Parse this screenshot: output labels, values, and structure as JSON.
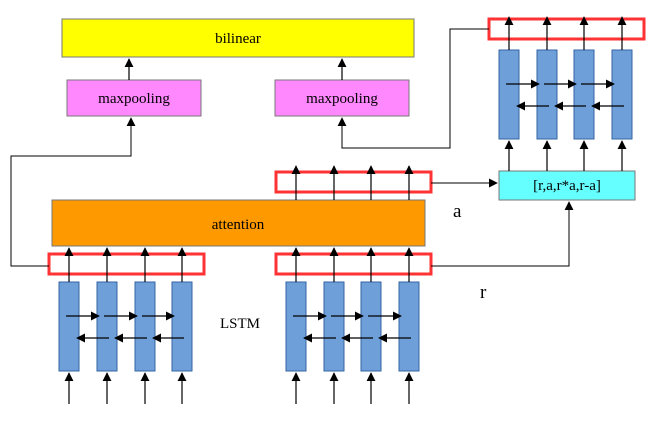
{
  "labels": {
    "bilinear": "bilinear",
    "maxpool_left": "maxpooling",
    "maxpool_right": "maxpooling",
    "attention": "attention",
    "concat": "[r,a,r*a,r-a]",
    "lstm": "LSTM",
    "a": "a",
    "r": "r"
  },
  "colors": {
    "bilinear": "#ffff00",
    "maxpooling": "#ff88ff",
    "attention": "#ff9900",
    "concat": "#66ffff",
    "lstm_cell": "#6f9fd8",
    "lstm_cell_border": "#3465a4",
    "highlight": "#ff3333",
    "line": "#000000"
  }
}
